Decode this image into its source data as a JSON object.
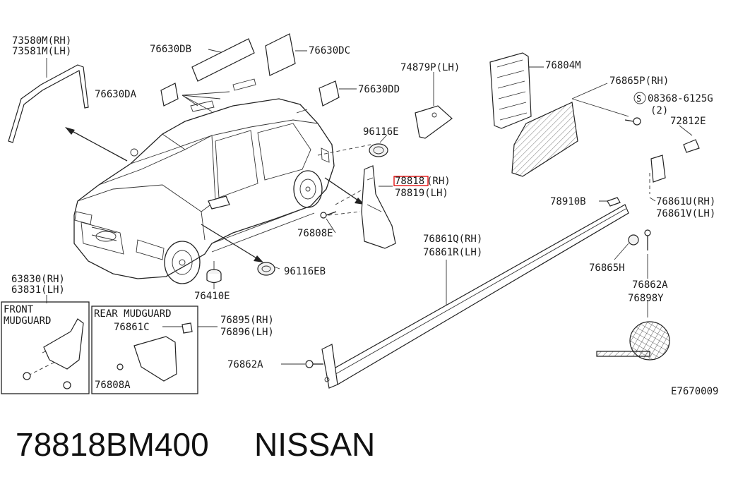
{
  "diagram_code": "E7670009",
  "footer": {
    "part_number": "78818BM400",
    "brand": "NISSAN"
  },
  "highlight_color": "#e00000",
  "labels": {
    "l73580m": "73580M(RH)",
    "l73581m": "73581M(LH)",
    "l76630db": "76630DB",
    "l76630dc": "76630DC",
    "l76630da": "76630DA",
    "l76630dd": "76630DD",
    "l74879p": "74879P(LH)",
    "l76804m": "76804M",
    "l76865p": "76865P(RH)",
    "l08368": "08368-6125G",
    "l08368qty": "(2)",
    "l08368sym": "S",
    "l72812e": "72812E",
    "l96116e": "96116E",
    "l78818_code": "78818",
    "l78818_side": "(RH)",
    "l78819": "78819(LH)",
    "l76808e": "76808E",
    "l78910b": "78910B",
    "l76861u": "76861U(RH)",
    "l76861v": "76861V(LH)",
    "l76861q": "76861Q(RH)",
    "l76861r": "76861R(LH)",
    "l76865h": "76865H",
    "l76862a_r": "76862A",
    "l76898y": "76898Y",
    "l96116eb": "96116EB",
    "l76410e": "76410E",
    "l63830": "63830(RH)",
    "l63831": "63831(LH)",
    "l76895": "76895(RH)",
    "l76896": "76896(LH)",
    "l76861c": "76861C",
    "l76808a": "76808A",
    "l76862a_l": "76862A"
  },
  "boxes": {
    "front_title_1": "FRONT",
    "front_title_2": "MUDGUARD",
    "rear_title": "REAR MUDGUARD"
  }
}
